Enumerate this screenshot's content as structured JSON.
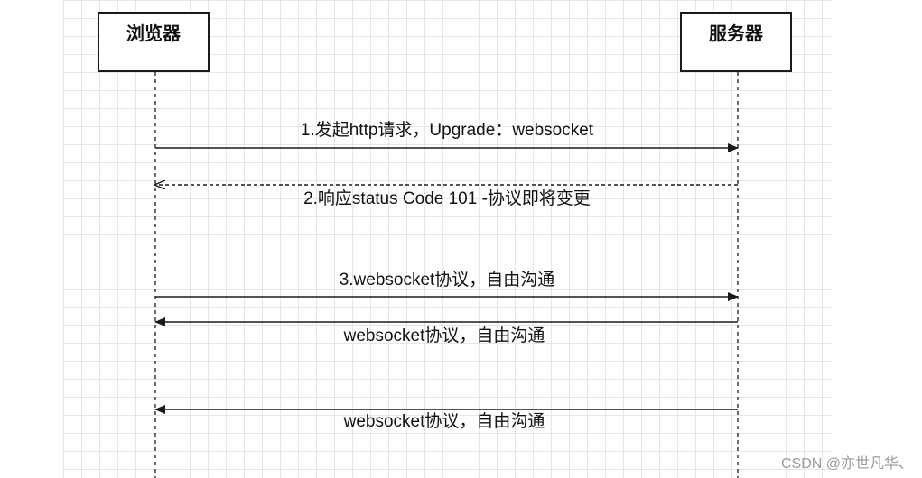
{
  "actors": {
    "browser": "浏览器",
    "server": "服务器"
  },
  "messages": [
    {
      "text": "1.发起http请求，Upgrade：websocket",
      "direction": "to-server",
      "style": "solid"
    },
    {
      "text": "2.响应status Code 101 -协议即将变更",
      "direction": "to-browser",
      "style": "dashed"
    },
    {
      "text": "3.websocket协议，自由沟通",
      "direction": "to-server",
      "style": "solid"
    },
    {
      "text": "websocket协议，自由沟通",
      "direction": "to-browser",
      "style": "solid"
    },
    {
      "text": "websocket协议，自由沟通",
      "direction": "to-browser",
      "style": "solid"
    }
  ],
  "watermark": "CSDN @亦世凡华、",
  "colors": {
    "line": "#1a1a1a",
    "grid": "#e6e6e6",
    "text": "#111111",
    "watermark": "#9a9a9a"
  }
}
